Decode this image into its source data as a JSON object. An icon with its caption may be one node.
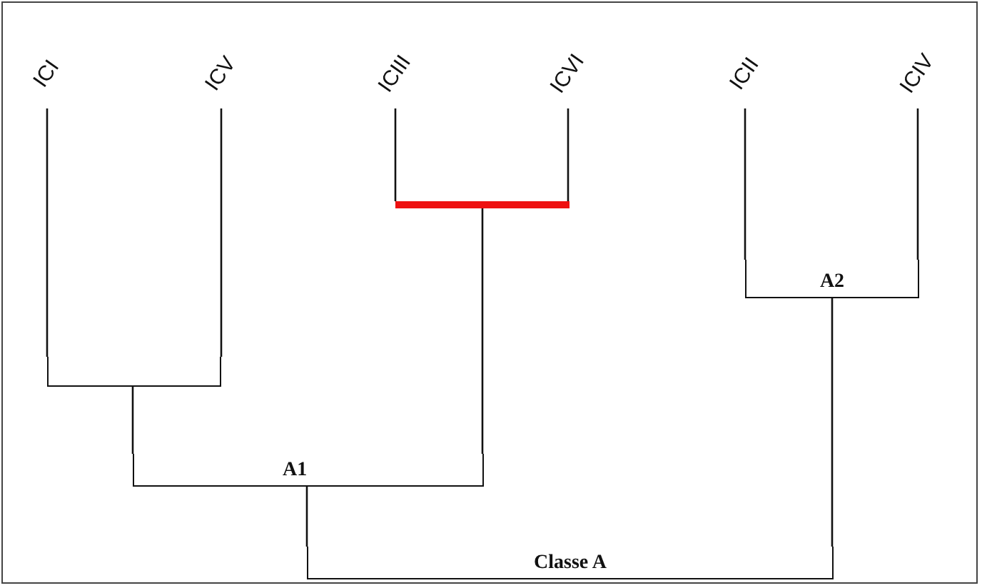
{
  "diagram": {
    "nodes": [
      {
        "text": [
          "ICI"
        ]
      },
      {
        "text": [
          "ICV"
        ]
      },
      {
        "text": [
          "ICIII"
        ]
      },
      {
        "text": [
          "ICVI"
        ]
      },
      {
        "text": [
          "ICII"
        ]
      },
      {
        "text": [
          "ICIV"
        ]
      },
      {
        "text": [],
        "shape": "bar"
      },
      {
        "text": [],
        "shape": "bar"
      },
      {
        "text": [
          "A1"
        ]
      },
      {
        "text": [
          "A2"
        ]
      },
      {
        "text": [
          "Classe A"
        ]
      }
    ],
    "edges": [
      {
        "from": 0,
        "to": 6,
        "arrow": "none"
      },
      {
        "from": 1,
        "to": 6,
        "arrow": "none"
      },
      {
        "from": 2,
        "to": 7,
        "arrow": "none"
      },
      {
        "from": 3,
        "to": 7,
        "arrow": "none"
      },
      {
        "from": 6,
        "to": 8,
        "arrow": "none"
      },
      {
        "from": 7,
        "to": 8,
        "arrow": "none"
      },
      {
        "from": 4,
        "to": 9,
        "arrow": "none"
      },
      {
        "from": 5,
        "to": 9,
        "arrow": "none"
      },
      {
        "from": 8,
        "to": 10,
        "arrow": "none"
      },
      {
        "from": 9,
        "to": 10,
        "arrow": "none"
      }
    ]
  }
}
